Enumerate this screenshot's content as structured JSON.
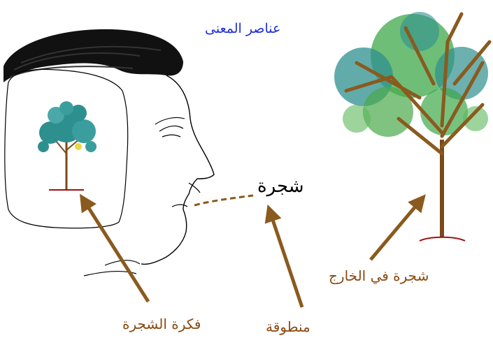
{
  "title": "عناصر المعنى",
  "spoken_word": "شجرة",
  "labels": {
    "idea": "فكرة الشجرة",
    "spoken": "منطوقة",
    "outside": "شجرة في الخارج"
  },
  "colors": {
    "title": "#1f2fd6",
    "label": "#8a4a10",
    "arrow": "#8a5a1e",
    "foliage_teal": "#2e8f8f",
    "foliage_green": "#4aa84a",
    "trunk": "#7a4a1a"
  },
  "icons": [
    "head-profile-icon",
    "thought-tree-icon",
    "real-tree-icon",
    "arrow-icon"
  ]
}
